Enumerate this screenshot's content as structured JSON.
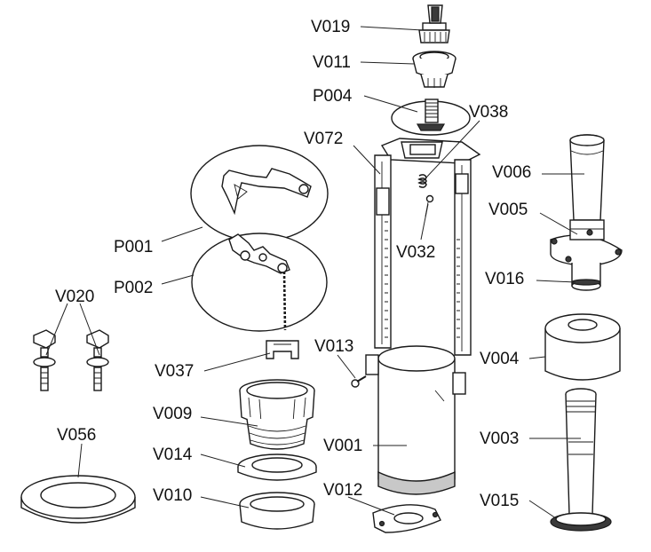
{
  "labels": {
    "V019": "V019",
    "V011": "V011",
    "P004": "P004",
    "V038": "V038",
    "V072": "V072",
    "V006": "V006",
    "V005": "V005",
    "V032": "V032",
    "P001": "P001",
    "P002": "P002",
    "V016": "V016",
    "V020": "V020",
    "V013": "V013",
    "V004": "V004",
    "V037": "V037",
    "V009": "V009",
    "V056": "V056",
    "V001": "V001",
    "V003": "V003",
    "V014": "V014",
    "V010": "V010",
    "V012": "V012",
    "V015": "V015"
  }
}
